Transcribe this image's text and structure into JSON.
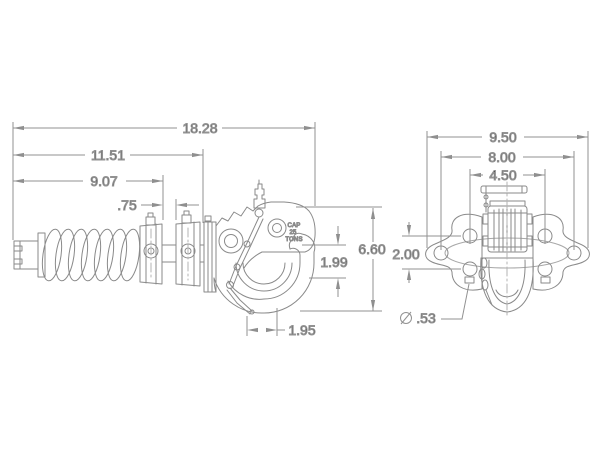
{
  "drawing": {
    "title": "pintle hook with spring cushion - dimensioned technical drawing",
    "side_view": {
      "dim_overall_length": "18.28",
      "dim_length_to_body": "11.51",
      "dim_length_to_plate": "9.07",
      "dim_plate_gap": ".75",
      "dim_overall_height": "6.60",
      "dim_mouth_opening": "1.99",
      "dim_throat_width": "1.95",
      "marking_cap": "CAP",
      "marking_tons_value": "25",
      "marking_tons_unit": "TONS"
    },
    "rear_view": {
      "dim_overall_width": "9.50",
      "dim_outer_bolt_spacing": "8.00",
      "dim_inner_bolt_spacing": "4.50",
      "dim_bolt_row_spacing": "2.00",
      "dim_hole_diameter": ".53"
    },
    "colors": {
      "background": "#ffffff",
      "part_line": "#8a8a8a",
      "dimension_line": "#929292",
      "text": "#3a3a3a"
    }
  }
}
